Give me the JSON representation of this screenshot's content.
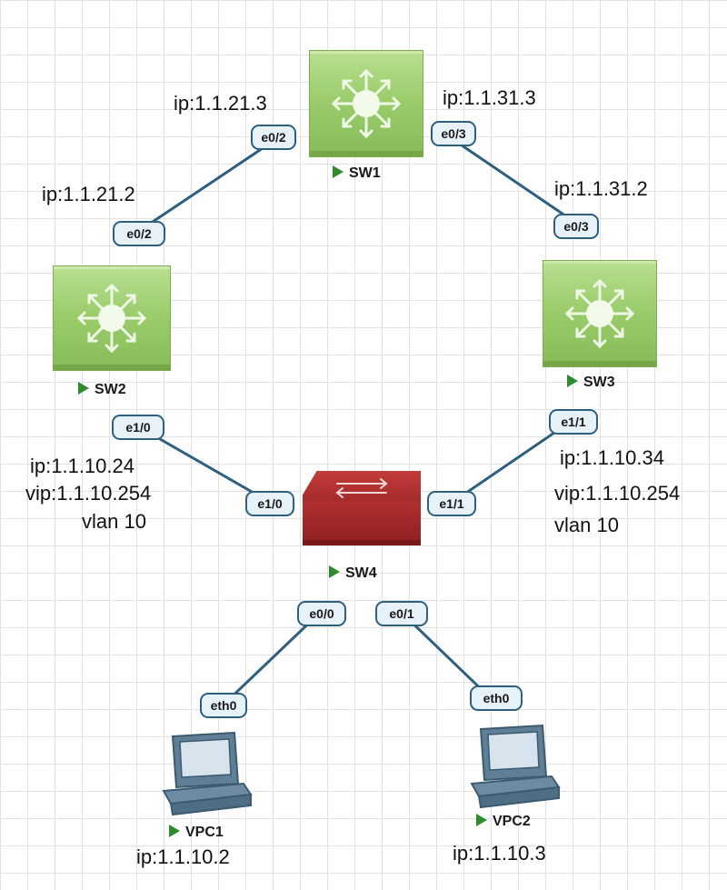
{
  "devices": {
    "sw1": {
      "name": "SW1"
    },
    "sw2": {
      "name": "SW2"
    },
    "sw3": {
      "name": "SW3"
    },
    "sw4": {
      "name": "SW4"
    },
    "vpc1": {
      "name": "VPC1"
    },
    "vpc2": {
      "name": "VPC2"
    }
  },
  "ports": {
    "sw1_e02": "e0/2",
    "sw1_e03": "e0/3",
    "sw2_e02": "e0/2",
    "sw3_e03": "e0/3",
    "sw2_e10": "e1/0",
    "sw3_e11": "e1/1",
    "sw4_e10": "e1/0",
    "sw4_e11": "e1/1",
    "sw4_e00": "e0/0",
    "sw4_e01": "e0/1",
    "vpc1_eth0": "eth0",
    "vpc2_eth0": "eth0"
  },
  "labels": {
    "sw1_e02_ip": "ip:1.1.21.3",
    "sw1_e03_ip": "ip:1.1.31.3",
    "sw2_e02_ip": "ip:1.1.21.2",
    "sw3_e03_ip": "ip:1.1.31.2",
    "sw2_ip": "ip:1.1.10.24",
    "sw2_vip": "vip:1.1.10.254",
    "sw2_vlan": "vlan 10",
    "sw3_ip": "ip:1.1.10.34",
    "sw3_vip": "vip:1.1.10.254",
    "sw3_vlan": "vlan 10",
    "vpc1_ip": "ip:1.1.10.2",
    "vpc2_ip": "ip:1.1.10.3"
  },
  "colors": {
    "link": "#2f5f7f",
    "l3_switch": "#9ccd6d",
    "l2_switch": "#a52b2b",
    "running_indicator": "#2e8b2e"
  },
  "icons": {
    "l3": "layer3-switch-icon",
    "l2": "layer2-switch-icon",
    "pc": "desktop-pc-icon"
  }
}
